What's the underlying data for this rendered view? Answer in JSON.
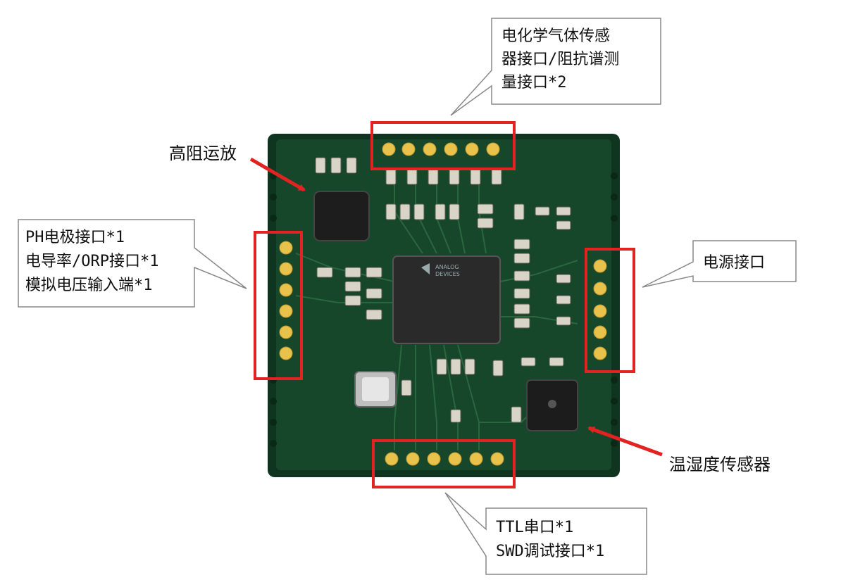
{
  "colors": {
    "pcb": "#17472b",
    "pcb_edge": "#0f3520",
    "pad": "#e8c24a",
    "highlight": "#e32222",
    "arrow": "#e32222",
    "callout_border": "#888888"
  },
  "callouts": {
    "electrochem": {
      "lines": [
        "电化学气体传感",
        "器接口/阻抗谱测",
        "量接口*2"
      ]
    },
    "ph": {
      "lines": [
        "PH电极接口*1",
        "电导率/ORP接口*1",
        "模拟电压输入端*1"
      ]
    },
    "power": {
      "lines": [
        "电源接口"
      ]
    },
    "ttl": {
      "lines": [
        "TTL串口*1",
        "SWD调试接口*1"
      ]
    }
  },
  "labels": {
    "opamp": "高阻运放",
    "humidity": "温湿度传感器"
  }
}
